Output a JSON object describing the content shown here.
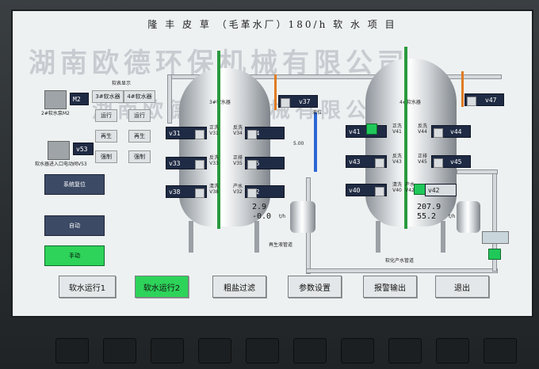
{
  "title": "隆 丰 皮 草 （毛革水厂）180/h  软  水 项 目",
  "watermark": "湖南欧德环保机械有限公司",
  "left_panel": {
    "m2": "M2",
    "m2_caption": "2#软水泵M2",
    "m53": "v53",
    "m53_caption": "软水器进入口电动阀V53",
    "display_header": "软表显示",
    "col1": "3#软水器",
    "col2": "4#软水器",
    "rows": [
      [
        "运行",
        "运行"
      ],
      [
        "再生",
        "再生"
      ],
      [
        "强制",
        "强制"
      ]
    ],
    "reset": "系统复位",
    "auto": "自动",
    "manual": "手动"
  },
  "tank3": {
    "label": "3#软水器",
    "v31": "v31",
    "v34": "v34",
    "v33": "v33",
    "v35": "v35",
    "v38": "v38",
    "v32": "v32",
    "v37": "v37",
    "l_zx": "正洗\nV31",
    "l_fx": "反洗\nV34",
    "l_nx": "反洗\nV33",
    "l_zp": "正排\nV35",
    "l_qx": "清洗\nV38",
    "l_cs": "产水\nV32",
    "flow1": "2.9",
    "flow2": "-0.0",
    "unit": "t/h",
    "brine_note": "再生液管道",
    "level": "5.00",
    "level_label": "液位"
  },
  "tank4": {
    "label": "4#软水器",
    "v41": "v41",
    "v44": "v44",
    "v43": "v43",
    "v45": "v45",
    "v40": "v40",
    "v42": "v42",
    "v47": "v47",
    "l_zx": "正洗\nV41",
    "l_fx": "反洗\nV44",
    "l_nx": "反洗\nV43",
    "l_zp": "正排\nV45",
    "l_qx": "清洗\nV40",
    "l_cs": "产水\nV42",
    "flow1": "207.9",
    "flow2": "55.2",
    "unit": "t/h",
    "outlet_note": "软化产水管道"
  },
  "nav": [
    "软水运行1",
    "软水运行2",
    "粗盐过滤",
    "参数设置",
    "报警输出",
    "退出"
  ],
  "colors": {
    "active": "#2ed35a",
    "valve": "#1f2b44",
    "screen": "#eef1f2"
  }
}
